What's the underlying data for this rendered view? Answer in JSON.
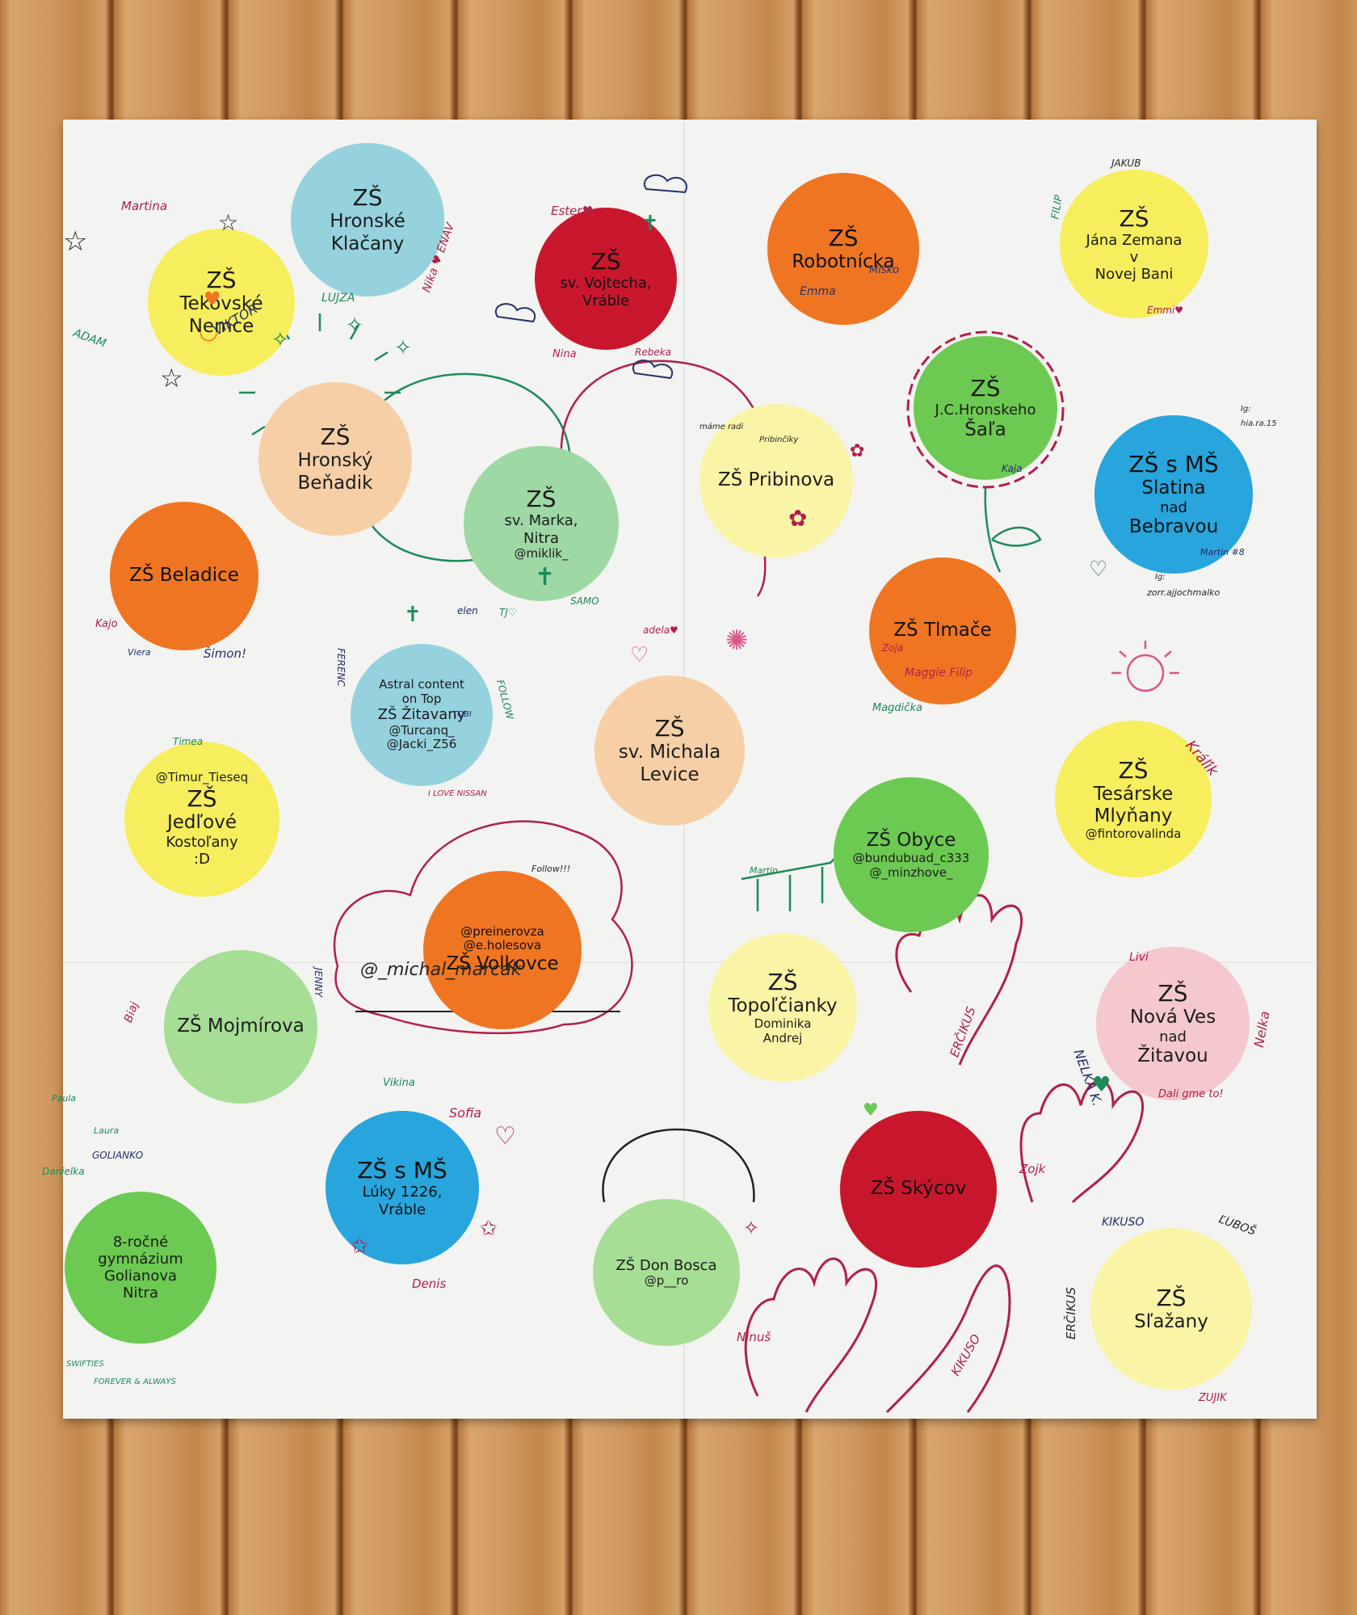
{
  "colors": {
    "yellow": "#f6ee5c",
    "light_blue": "#95d2de",
    "red": "#c8172c",
    "orange": "#f07522",
    "peach": "#f6cfa6",
    "green": "#6cca52",
    "blue": "#27a5dc",
    "mint": "#9ed8a4",
    "pale_yellow": "#faf5a6",
    "pink": "#f4c8cc",
    "pale_green": "#a6de95"
  },
  "circles": [
    {
      "lines": [
        "ZŠ",
        "Tekovské",
        "Nemce"
      ],
      "color": "#f6ee5c"
    },
    {
      "lines": [
        "ZŠ",
        "Hronské",
        "Klačany"
      ],
      "color": "#95d2de"
    },
    {
      "lines": [
        "ZŠ",
        "sv. Vojtecha,",
        "Vráble"
      ],
      "color": "#c8172c"
    },
    {
      "lines": [
        "ZŠ",
        "Robotnícka"
      ],
      "color": "#f07522"
    },
    {
      "lines": [
        "ZŠ",
        "Jána Zemana",
        "v",
        "Novej Bani"
      ],
      "color": "#f6ee5c"
    },
    {
      "lines": [
        "ZŠ",
        "Hronský",
        "Beňadik"
      ],
      "color": "#f6cfa6"
    },
    {
      "lines": [
        "ZŠ",
        "J.C.Hronskeho",
        "Šaľa"
      ],
      "color": "#6cca52"
    },
    {
      "lines": [
        "ZŠ s MŠ",
        "Slatina",
        "nad",
        "Bebravou"
      ],
      "color": "#27a5dc"
    },
    {
      "lines": [
        "ZŠ",
        "sv. Marka,",
        "Nitra",
        "@miklik_"
      ],
      "color": "#9ed8a4"
    },
    {
      "lines": [
        "ZŠ Pribinova"
      ],
      "color": "#faf5a6"
    },
    {
      "lines": [
        "ZŠ Beladice"
      ],
      "color": "#f07522"
    },
    {
      "lines": [
        "ZŠ Tlmače"
      ],
      "color": "#f07522"
    },
    {
      "lines": [
        "Astral content",
        "on Top",
        "ZŠ Žitavany",
        "@Turcanq_",
        "@Jacki_Z56"
      ],
      "color": "#95d2de"
    },
    {
      "lines": [
        "ZŠ",
        "sv. Michala",
        "Levice"
      ],
      "color": "#f6cfa6"
    },
    {
      "lines": [
        "ZŠ",
        "Tesárske",
        "Mlyňany",
        "@fintorovalinda"
      ],
      "color": "#f6ee5c"
    },
    {
      "lines": [
        "@Timur_Tieseq",
        "ZŠ",
        "Jedľové",
        "Kostoľany",
        ":D"
      ],
      "color": "#f6ee5c"
    },
    {
      "lines": [
        "ZŠ Obyce",
        "@bundubuad_c333",
        "@_minzhove_"
      ],
      "color": "#6cca52"
    },
    {
      "lines": [
        "@preinerovza",
        "@e.holesova",
        "ZŠ Volkovce"
      ],
      "color": "#f07522"
    },
    {
      "lines": [
        "ZŠ",
        "Topoľčianky",
        "Dominika",
        "Andrej"
      ],
      "color": "#faf5a6"
    },
    {
      "lines": [
        "ZŠ",
        "Nová Ves",
        "nad",
        "Žitavou"
      ],
      "color": "#f4c8cc"
    },
    {
      "lines": [
        "ZŠ Mojmírova"
      ],
      "color": "#a6de95"
    },
    {
      "lines": [
        "ZŠ s MŠ",
        "Lúky 1226,",
        "Vráble"
      ],
      "color": "#27a5dc"
    },
    {
      "lines": [
        "ZŠ Skýcov"
      ],
      "color": "#c8172c"
    },
    {
      "lines": [
        "8-ročné",
        "gymnázium",
        "Golianova",
        "Nitra"
      ],
      "color": "#6cca52"
    },
    {
      "lines": [
        "ZŠ Don Bosca",
        "@p__ro"
      ],
      "color": "#a6de95"
    },
    {
      "lines": [
        "ZŠ",
        "Sľažany"
      ],
      "color": "#faf5a6"
    }
  ],
  "notes": [
    {
      "text": "Martina"
    },
    {
      "text": "ADAM"
    },
    {
      "text": "VIKTOR"
    },
    {
      "text": "LUJZA"
    },
    {
      "text": "Nika ♥ ENAV"
    },
    {
      "text": "Ester♥"
    },
    {
      "text": "Nina"
    },
    {
      "text": "Rebeka"
    },
    {
      "text": "Miško"
    },
    {
      "text": "Emma"
    },
    {
      "text": "JAKUB"
    },
    {
      "text": "FILIP"
    },
    {
      "text": "Emmi♥"
    },
    {
      "text": "Kajo"
    },
    {
      "text": "Šimon!"
    },
    {
      "text": "Viera"
    },
    {
      "text": "elen"
    },
    {
      "text": "TJ♡"
    },
    {
      "text": "SAMO"
    },
    {
      "text": "máme radi"
    },
    {
      "text": "Pribinčíky"
    },
    {
      "text": "Kaja"
    },
    {
      "text": "Ig:"
    },
    {
      "text": "hia.ra.15"
    },
    {
      "text": "Ig:"
    },
    {
      "text": "zorr.ajjochmalko"
    },
    {
      "text": "Martin #8"
    },
    {
      "text": "Zoja"
    },
    {
      "text": "Maggie Filip"
    },
    {
      "text": "Magdička"
    },
    {
      "text": "adela♥"
    },
    {
      "text": "FERENC"
    },
    {
      "text": "FOLLOW"
    },
    {
      "text": "TOBI"
    },
    {
      "text": "I LOVE NISSAN"
    },
    {
      "text": "Timea"
    },
    {
      "text": "Kráľik"
    },
    {
      "text": "Follow!!!"
    },
    {
      "text": "@_michal_marcak"
    },
    {
      "text": "Martin"
    },
    {
      "text": "Biaj"
    },
    {
      "text": "JENNY"
    },
    {
      "text": "Sofia"
    },
    {
      "text": "Vikina"
    },
    {
      "text": "Paula"
    },
    {
      "text": "Laura"
    },
    {
      "text": "Danielka"
    },
    {
      "text": "GOLIANKO"
    },
    {
      "text": "SWIFTIES"
    },
    {
      "text": "FOREVER & ALWAYS"
    },
    {
      "text": "Denis"
    },
    {
      "text": "Ninuš"
    },
    {
      "text": "ERČIKUS"
    },
    {
      "text": "KIKUSO"
    },
    {
      "text": "Zojk"
    },
    {
      "text": "Livi"
    },
    {
      "text": "NELKA K."
    },
    {
      "text": "Nelka"
    },
    {
      "text": "Dali gme to!"
    },
    {
      "text": "KIKUSO"
    },
    {
      "text": "ĽUBOŠ"
    },
    {
      "text": "ERČIKUS"
    },
    {
      "text": "ZUJIK"
    }
  ]
}
